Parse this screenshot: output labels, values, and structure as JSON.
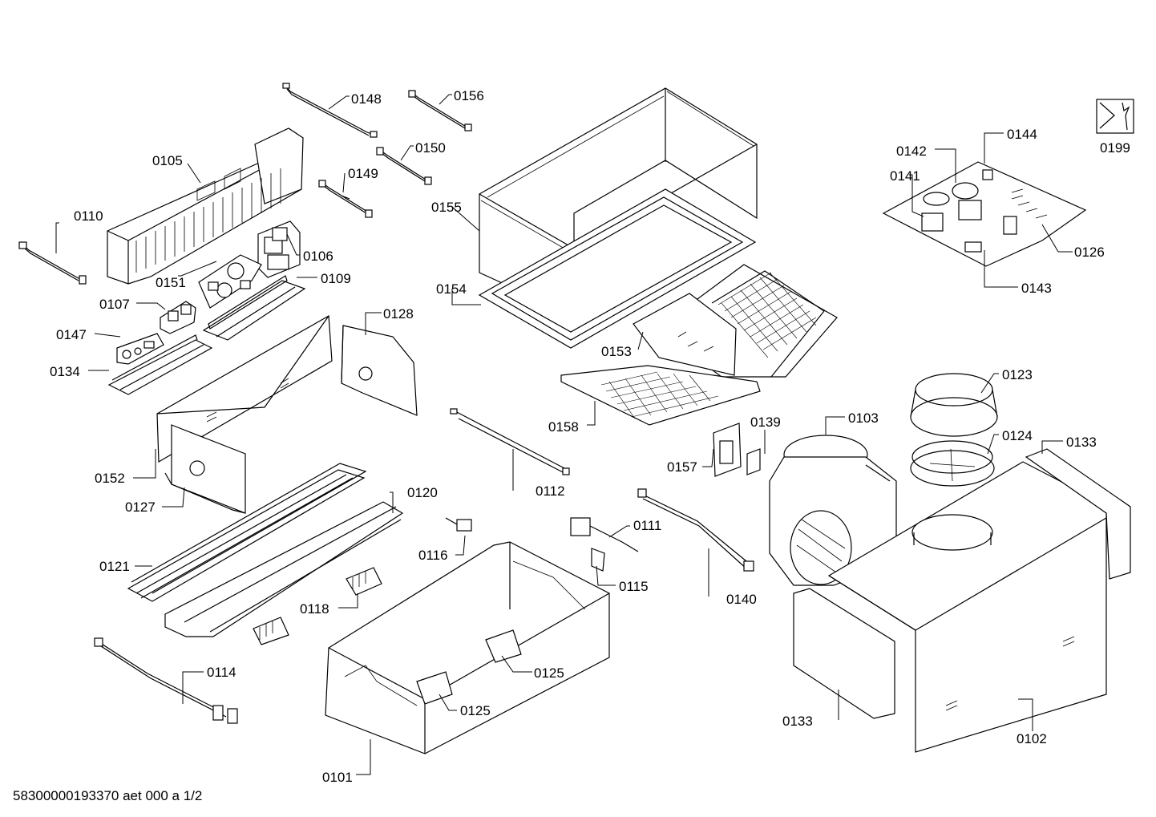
{
  "labels": {
    "p0148": "0148",
    "p0156": "0156",
    "p0150": "0150",
    "p0105": "0105",
    "p0149": "0149",
    "p0110": "0110",
    "p0106": "0106",
    "p0151": "0151",
    "p0109": "0109",
    "p0107": "0107",
    "p0147": "0147",
    "p0134": "0134",
    "p0128": "0128",
    "p0152": "0152",
    "p0127": "0127",
    "p0155": "0155",
    "p0154": "0154",
    "p0153": "0153",
    "p0158": "0158",
    "p0112": "0112",
    "p0120": "0120",
    "p0121": "0121",
    "p0116": "0116",
    "p0118": "0118",
    "p0114": "0114",
    "p0101": "0101",
    "p0125a": "0125",
    "p0125b": "0125",
    "p0111": "0111",
    "p0115": "0115",
    "p0140": "0140",
    "p0157": "0157",
    "p0139": "0139",
    "p0103": "0103",
    "p0123": "0123",
    "p0124": "0124",
    "p0133a": "0133",
    "p0133b": "0133",
    "p0102": "0102",
    "p0199": "0199",
    "p0142": "0142",
    "p0144": "0144",
    "p0141": "0141",
    "p0126": "0126",
    "p0143": "0143"
  },
  "footer": "58300000193370 aet 000 a 1/2",
  "icons": {
    "service": "wrench-icon"
  }
}
